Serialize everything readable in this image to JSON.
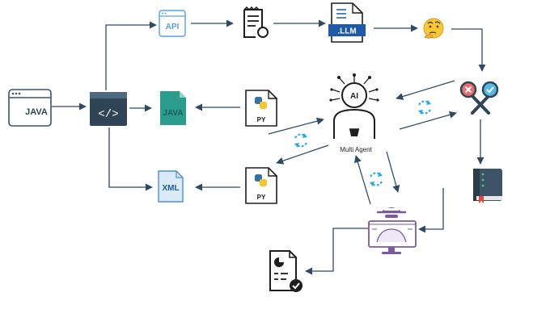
{
  "nodes": {
    "java_source": {
      "label": "JAVA",
      "icon": "java-file-window-icon"
    },
    "code_editor": {
      "icon": "code-window-icon"
    },
    "api": {
      "label": "API",
      "icon": "api-window-icon"
    },
    "document": {
      "icon": "document-search-icon"
    },
    "llm": {
      "label": ".LLM",
      "icon": "llm-file-icon"
    },
    "thinking": {
      "icon": "thinking-emoji-icon"
    },
    "validation": {
      "icon": "crossed-magnifiers-icon"
    },
    "java_output": {
      "label": "JAVA",
      "icon": "java-file-icon"
    },
    "py_upper": {
      "label": "PY",
      "icon": "python-file-icon"
    },
    "multi_agent": {
      "label": "Multi Agent",
      "badge": "AI",
      "icon": "ai-robot-icon"
    },
    "xml_output": {
      "label": "XML",
      "icon": "xml-file-icon"
    },
    "py_lower": {
      "label": "PY",
      "icon": "python-file-icon"
    },
    "knowledge_book": {
      "icon": "book-icon"
    },
    "spy_agent": {
      "icon": "spy-computer-icon"
    },
    "report": {
      "icon": "report-check-icon"
    }
  },
  "colors": {
    "arrow": "#2e4a64",
    "sync": "#29a8e0",
    "java_teal": "#2a9d8f",
    "xml_blue": "#4a90d9",
    "api_blue": "#5aa0e6",
    "llm_blue": "#1e5aa8",
    "python_blue": "#3572a5",
    "python_yellow": "#f7c52b",
    "spy_purple": "#7c5a9e",
    "code_window": "#2f4454"
  }
}
